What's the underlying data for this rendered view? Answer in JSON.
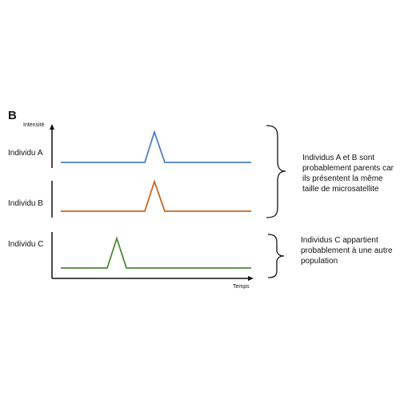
{
  "panel_label": "B",
  "y_axis_label": "Intensité",
  "x_axis_label": "Temps",
  "individuals": [
    {
      "label": "Individu A",
      "color": "#4f7fc1"
    },
    {
      "label": "Individu B",
      "color": "#c8661e"
    },
    {
      "label": "Individu C",
      "color": "#4b8a3a"
    }
  ],
  "annotations": {
    "ab": "Individus A et B sont probablement parents car ils présentent la même taille de microsatellite",
    "c": "Individus C appartient probablement à une autre population"
  },
  "axis_color": "#111111",
  "brace_color": "#111111"
}
